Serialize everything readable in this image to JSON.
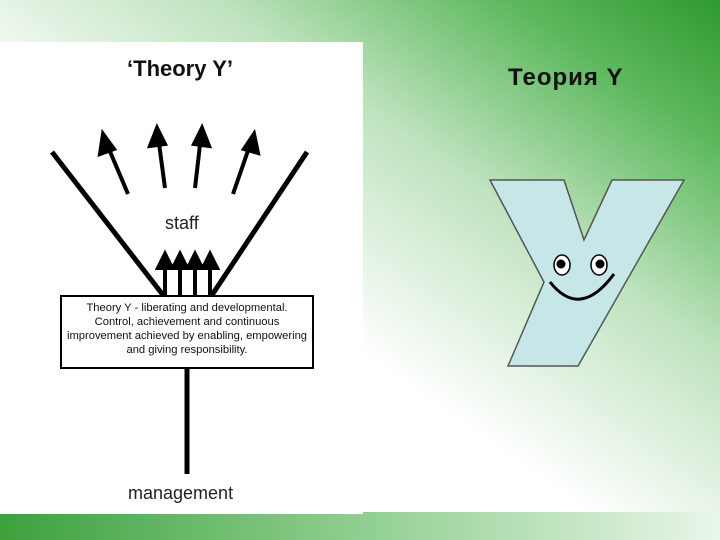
{
  "slide": {
    "title": "Теория Y"
  },
  "diagram": {
    "title": "‘Theory Y’",
    "staff_label": "staff",
    "box_text": "Theory Y - liberating and  developmental. Control, achievement and continuous improvement achieved by enabling, empowering and giving responsibility.",
    "management_label": "management"
  },
  "colors": {
    "accent_green": "#3da13d",
    "y_fill": "#c7e6e8"
  },
  "mascot": {
    "icon": "smiling-y-icon"
  }
}
